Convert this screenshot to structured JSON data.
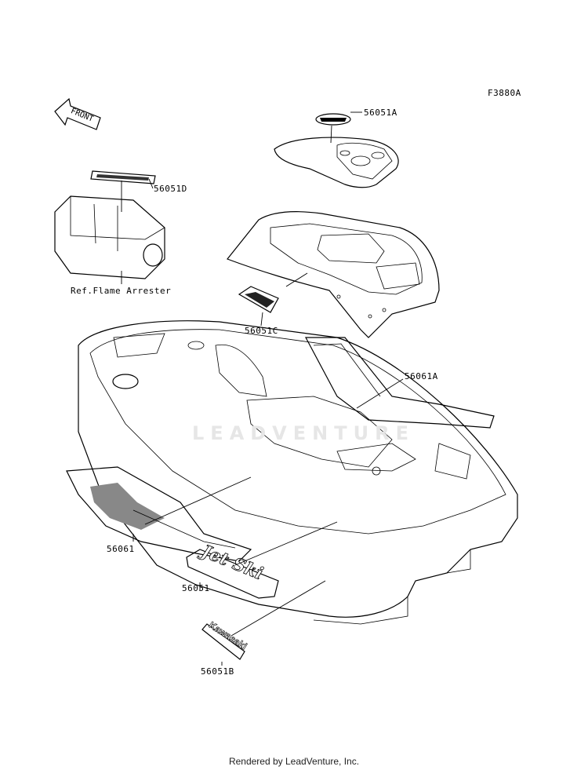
{
  "diagram_code": "F3880A",
  "front_arrow_label": "FRONT",
  "labels": {
    "p56051A": "56051A",
    "p56051D": "56051D",
    "ref_flame_arrester": "Ref.Flame Arrester",
    "p56051C": "56051C",
    "p56061A": "56061A",
    "p56061": "56061",
    "p56051": "56051",
    "p56051B": "56051B"
  },
  "decals": {
    "jetski_text": "Jet Ski",
    "kawasaki_text": "Kawasaki"
  },
  "watermark": "LEADVENTURE",
  "footer": "Rendered by LeadVenture, Inc."
}
